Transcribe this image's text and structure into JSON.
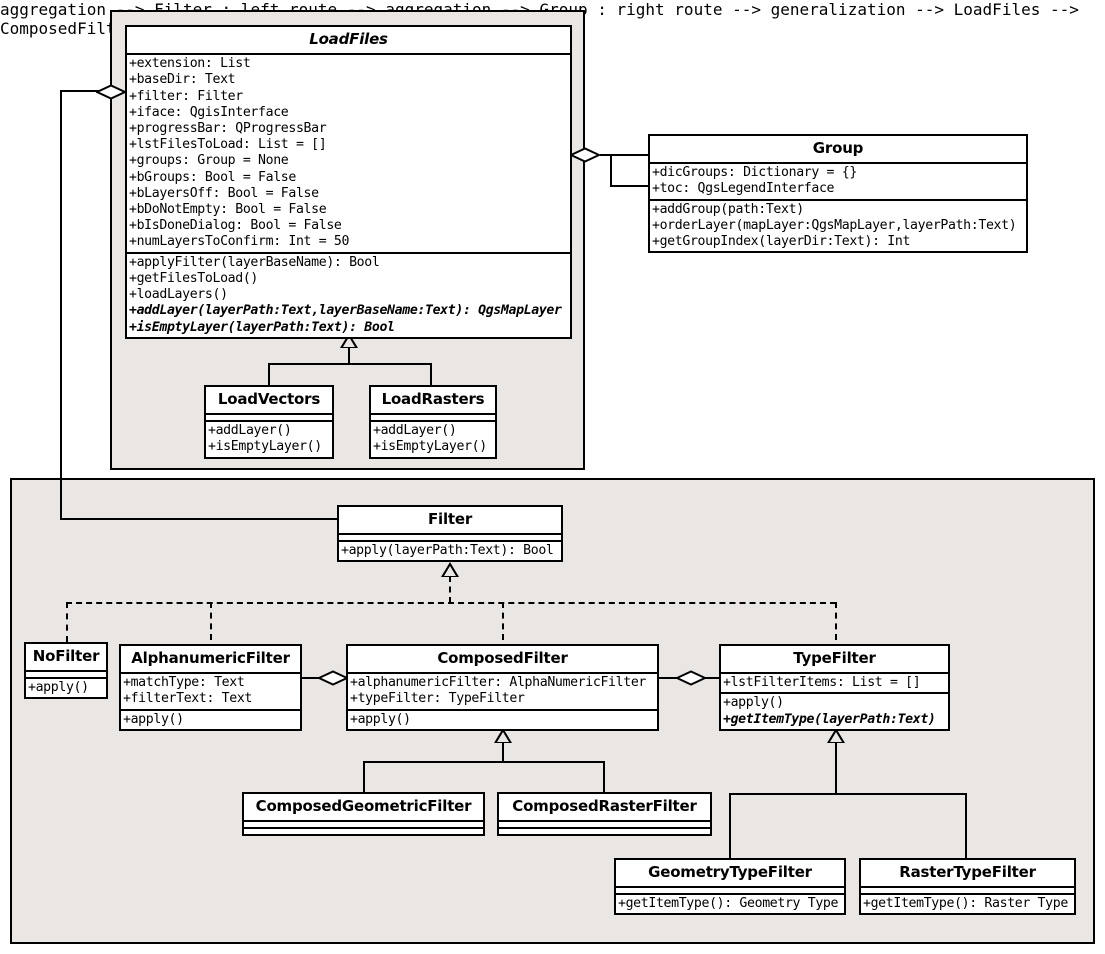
{
  "diagram": {
    "title": "QGIS LoadFiles / Filter UML class diagram",
    "type": "uml-class-diagram",
    "background": "#ffffff",
    "package_fill": "#eae6e4",
    "line_color": "#000000"
  },
  "packages": [
    {
      "name": "loadfiles-package",
      "label": ""
    },
    {
      "name": "filters-package",
      "label": ""
    }
  ],
  "classes": {
    "load_files": {
      "name": "LoadFiles",
      "abstract": true,
      "attributes": [
        "+extension: List",
        "+baseDir: Text",
        "+filter: Filter",
        "+iface: QgisInterface",
        "+progressBar: QProgressBar",
        "+lstFilesToLoad: List = []",
        "+groups: Group = None",
        "+bGroups: Bool = False",
        "+bLayersOff: Bool = False",
        "+bDoNotEmpty: Bool = False",
        "+bIsDoneDialog: Bool = False",
        "+numLayersToConfirm: Int = 50"
      ],
      "methods": [
        {
          "text": "+applyFilter(layerBaseName): Bool",
          "abstract": false
        },
        {
          "text": "+getFilesToLoad()",
          "abstract": false
        },
        {
          "text": "+loadLayers()",
          "abstract": false
        },
        {
          "text": "+addLayer(layerPath:Text,layerBaseName:Text): QgsMapLayer",
          "abstract": true
        },
        {
          "text": "+isEmptyLayer(layerPath:Text): Bool",
          "abstract": true
        }
      ]
    },
    "group": {
      "name": "Group",
      "abstract": false,
      "attributes": [
        "+dicGroups: Dictionary = {}",
        "+toc: QgsLegendInterface"
      ],
      "methods": [
        {
          "text": "+addGroup(path:Text)",
          "abstract": false
        },
        {
          "text": "+orderLayer(mapLayer:QgsMapLayer,layerPath:Text)",
          "abstract": false
        },
        {
          "text": "+getGroupIndex(layerDir:Text): Int",
          "abstract": false
        }
      ]
    },
    "load_vectors": {
      "name": "LoadVectors",
      "abstract": false,
      "attributes": [],
      "methods": [
        {
          "text": "+addLayer()",
          "abstract": false
        },
        {
          "text": "+isEmptyLayer()",
          "abstract": false
        }
      ]
    },
    "load_rasters": {
      "name": "LoadRasters",
      "abstract": false,
      "attributes": [],
      "methods": [
        {
          "text": "+addLayer()",
          "abstract": false
        },
        {
          "text": "+isEmptyLayer()",
          "abstract": false
        }
      ]
    },
    "filter": {
      "name": "Filter",
      "abstract": false,
      "attributes": [],
      "methods": [
        {
          "text": "+apply(layerPath:Text): Bool",
          "abstract": false
        }
      ]
    },
    "no_filter": {
      "name": "NoFilter",
      "abstract": false,
      "attributes": [],
      "methods": [
        {
          "text": "+apply()",
          "abstract": false
        }
      ]
    },
    "alphanumeric_filter": {
      "name": "AlphanumericFilter",
      "abstract": false,
      "attributes": [
        "+matchType: Text",
        "+filterText: Text"
      ],
      "methods": [
        {
          "text": "+apply()",
          "abstract": false
        }
      ]
    },
    "composed_filter": {
      "name": "ComposedFilter",
      "abstract": false,
      "attributes": [
        "+alphanumericFilter: AlphaNumericFilter",
        "+typeFilter: TypeFilter"
      ],
      "methods": [
        {
          "text": "+apply()",
          "abstract": false
        }
      ]
    },
    "type_filter": {
      "name": "TypeFilter",
      "abstract": false,
      "attributes": [
        "+lstFilterItems: List = []"
      ],
      "methods": [
        {
          "text": "+apply()",
          "abstract": false
        },
        {
          "text": "+getItemType(layerPath:Text)",
          "abstract": true
        }
      ]
    },
    "composed_geometric_filter": {
      "name": "ComposedGeometricFilter",
      "abstract": false,
      "attributes": [],
      "methods": []
    },
    "composed_raster_filter": {
      "name": "ComposedRasterFilter",
      "abstract": false,
      "attributes": [],
      "methods": []
    },
    "geometry_type_filter": {
      "name": "GeometryTypeFilter",
      "abstract": false,
      "attributes": [],
      "methods": [
        {
          "text": "+getItemType(): Geometry Type",
          "abstract": false
        }
      ]
    },
    "raster_type_filter": {
      "name": "RasterTypeFilter",
      "abstract": false,
      "attributes": [],
      "methods": [
        {
          "text": "+getItemType(): Raster Type",
          "abstract": false
        }
      ]
    }
  },
  "relationships": [
    {
      "kind": "aggregation",
      "from": "LoadFiles",
      "to": "Group"
    },
    {
      "kind": "aggregation",
      "from": "LoadFiles",
      "to": "Filter"
    },
    {
      "kind": "generalization",
      "from": "LoadVectors",
      "to": "LoadFiles"
    },
    {
      "kind": "generalization",
      "from": "LoadRasters",
      "to": "LoadFiles"
    },
    {
      "kind": "realization",
      "from": "NoFilter",
      "to": "Filter"
    },
    {
      "kind": "realization",
      "from": "AlphanumericFilter",
      "to": "Filter"
    },
    {
      "kind": "realization",
      "from": "ComposedFilter",
      "to": "Filter"
    },
    {
      "kind": "realization",
      "from": "TypeFilter",
      "to": "Filter"
    },
    {
      "kind": "aggregation",
      "from": "ComposedFilter",
      "to": "AlphanumericFilter"
    },
    {
      "kind": "aggregation",
      "from": "ComposedFilter",
      "to": "TypeFilter"
    },
    {
      "kind": "generalization",
      "from": "ComposedGeometricFilter",
      "to": "ComposedFilter"
    },
    {
      "kind": "generalization",
      "from": "ComposedRasterFilter",
      "to": "ComposedFilter"
    },
    {
      "kind": "generalization",
      "from": "GeometryTypeFilter",
      "to": "TypeFilter"
    },
    {
      "kind": "generalization",
      "from": "RasterTypeFilter",
      "to": "TypeFilter"
    }
  ]
}
